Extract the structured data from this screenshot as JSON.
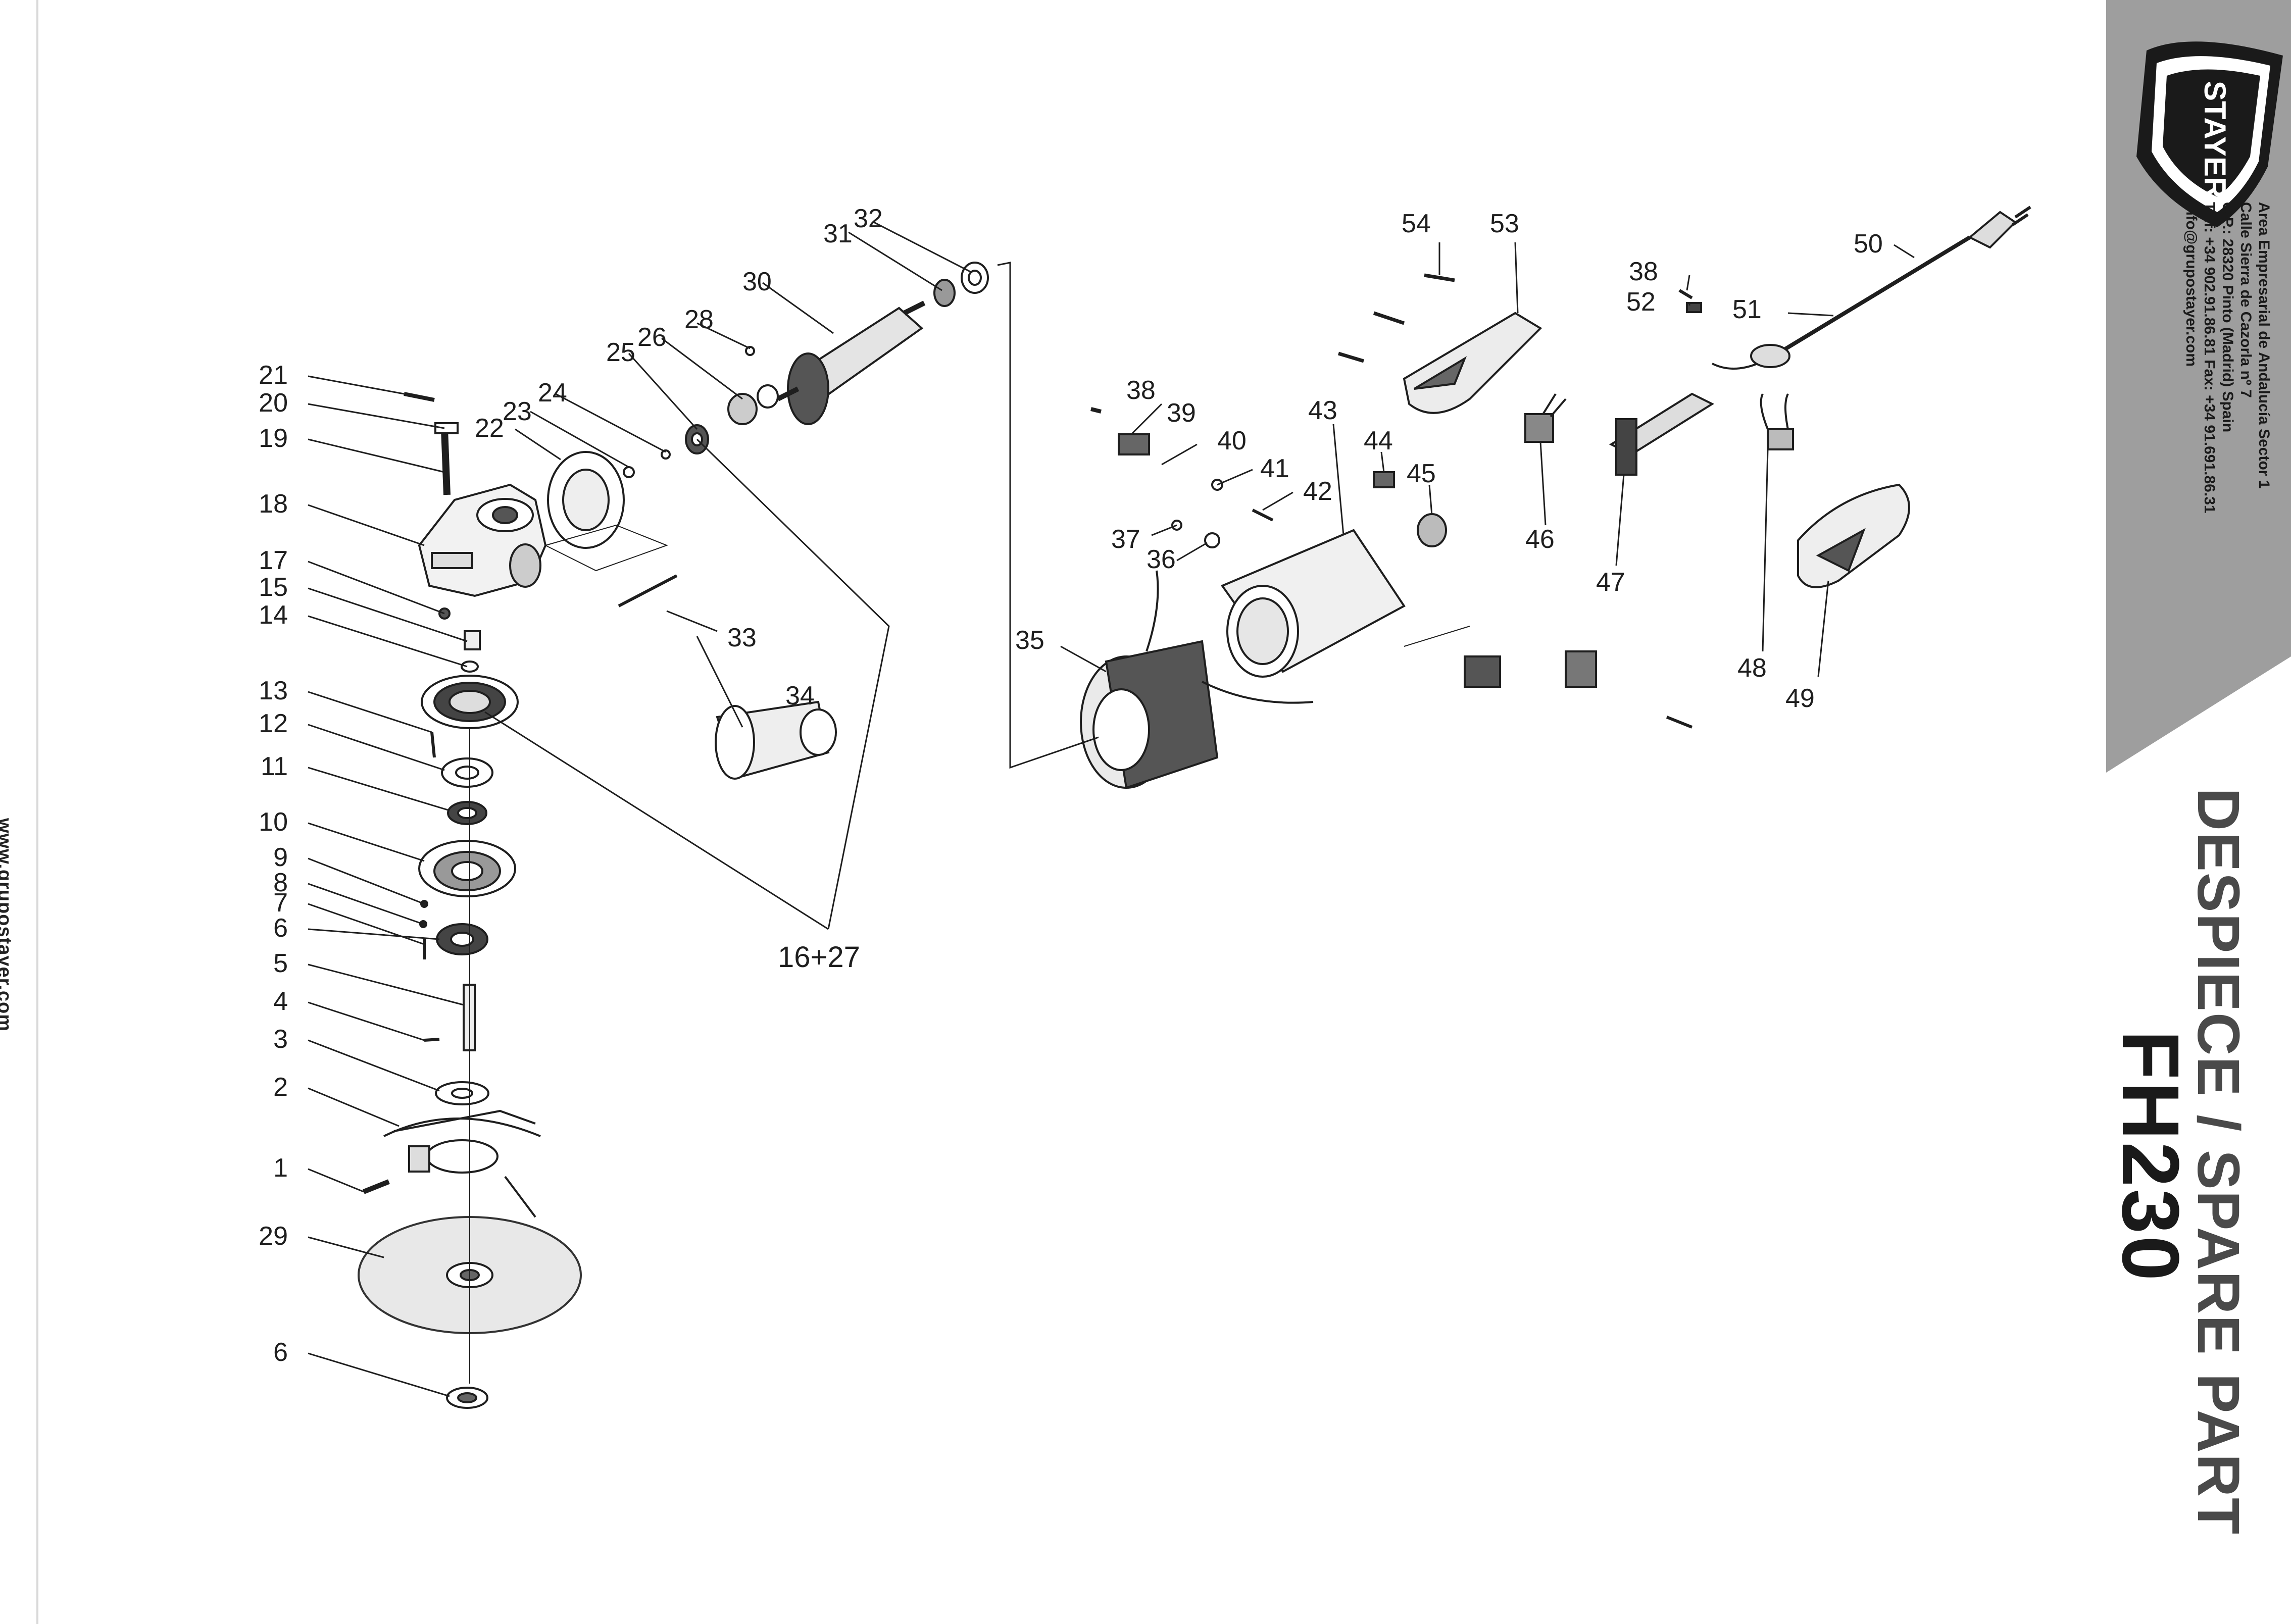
{
  "website": "www.grupostayer.com",
  "brand": {
    "logo_text": "STAYER"
  },
  "company_info": {
    "lines": [
      "Area Empresarial de Andalucía Sector 1",
      "Calle Sierra de Cazorla nº 7",
      "C.P.: 28320 Pinto (Madrid) Spain",
      "Telf: +34 902.91.86.81 Fax: +34 91.691.86.31",
      "info@grupostayer.com"
    ]
  },
  "title": "DESPIECE / SPARE PART",
  "model": "FH230",
  "group_label": "16+27",
  "part_numbers": [
    "1",
    "2",
    "3",
    "4",
    "5",
    "6",
    "7",
    "8",
    "9",
    "10",
    "11",
    "12",
    "13",
    "14",
    "15",
    "17",
    "18",
    "19",
    "20",
    "21",
    "22",
    "23",
    "24",
    "25",
    "26",
    "28",
    "29",
    "6",
    "30",
    "31",
    "32",
    "33",
    "34",
    "35",
    "36",
    "37",
    "38",
    "39",
    "40",
    "41",
    "42",
    "43",
    "44",
    "45",
    "46",
    "47",
    "48",
    "49",
    "50",
    "51",
    "52",
    "53",
    "54",
    "38"
  ],
  "colors": {
    "sidebar": "#9e9e9e",
    "ink": "#1e1e1e",
    "title": "#4a4a4a"
  }
}
